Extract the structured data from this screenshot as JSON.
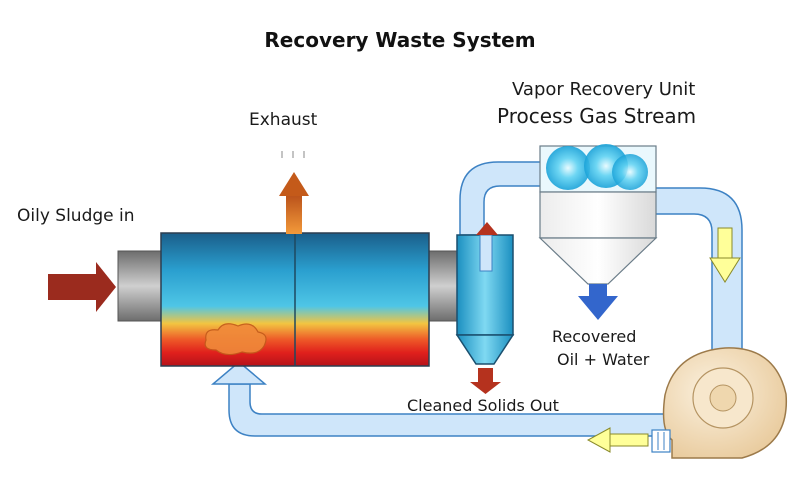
{
  "title": "Recovery Waste System",
  "labels": {
    "exhaust": "Exhaust",
    "sludge_in": "Oily Sludge in",
    "vru_line1": "Vapor Recovery Unit",
    "vru_line2": "Process Gas Stream",
    "recovered_line1": "Recovered",
    "recovered_line2": "Oil + Water",
    "cleaned_solids": "Cleaned Solids Out"
  },
  "colors": {
    "pipe_fill": "#cfe6fa",
    "pipe_stroke": "#3d82c4",
    "inlet_arrow": "#9b2b1e",
    "exhaust_arrow": "#c45a1a",
    "recovered_arrow": "#3366cc",
    "flow_arrow": "#ffff99",
    "fan": "#f3e0c2"
  }
}
